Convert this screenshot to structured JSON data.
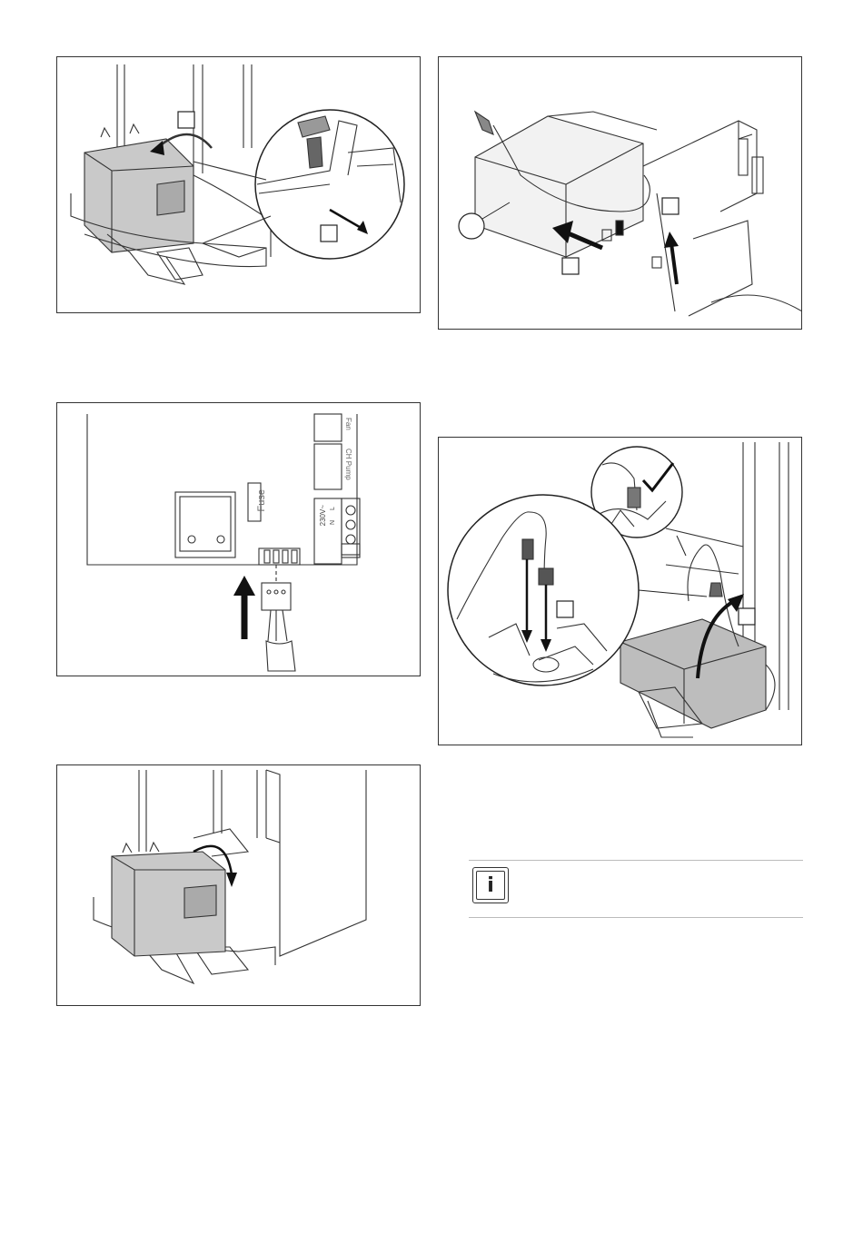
{
  "figures": {
    "board_label_fan": "Fan",
    "board_label_ch_pump": "CH Pump",
    "board_label_fuse": "Fuse",
    "board_label_voltage": "230V~",
    "board_label_l": "L",
    "board_label_n": "N"
  },
  "note": {
    "icon": "info-icon",
    "icon_glyph": "i"
  }
}
